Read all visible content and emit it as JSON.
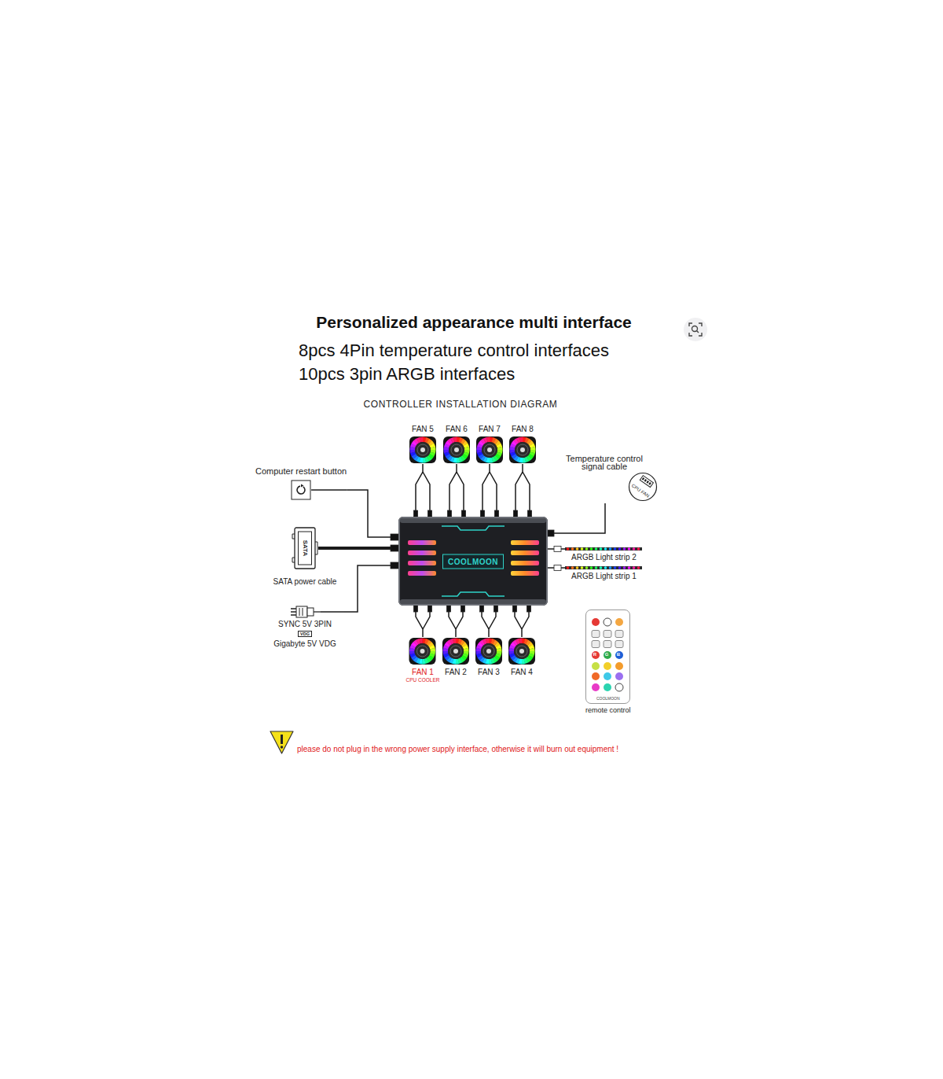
{
  "diagram": {
    "title": "Personalized appearance multi interface",
    "nodes": [
      {
        "text": [
          "FAN 5"
        ]
      },
      {
        "text": [
          "FAN 6"
        ]
      },
      {
        "text": [
          "FAN 7"
        ]
      },
      {
        "text": [
          "FAN 8"
        ]
      },
      {
        "text": [
          "Computer restart button"
        ]
      },
      {
        "text": [
          "Temperature control signal cable",
          "CPU FAN"
        ]
      },
      {
        "text": [
          "COOLMOON"
        ]
      },
      {
        "text": [
          "SATA",
          "SATA power cable"
        ]
      },
      {
        "text": [
          "ARGB Light strip 2"
        ]
      },
      {
        "text": [
          "ARGB Light strip 1"
        ]
      },
      {
        "text": [
          "SYNC 5V 3PIN",
          "VDG",
          "Gigabyte 5V VDG"
        ]
      },
      {
        "text": [
          "FAN 1",
          "CPU COOLER"
        ]
      },
      {
        "text": [
          "FAN 2"
        ]
      },
      {
        "text": [
          "FAN 3"
        ]
      },
      {
        "text": [
          "FAN 4"
        ]
      },
      {
        "text": [
          "COOLMOON",
          "remote control"
        ]
      }
    ],
    "edges": [
      {
        "from": 0,
        "to": 6,
        "arrow": "none"
      },
      {
        "from": 1,
        "to": 6,
        "arrow": "none"
      },
      {
        "from": 2,
        "to": 6,
        "arrow": "none"
      },
      {
        "from": 3,
        "to": 6,
        "arrow": "none"
      },
      {
        "from": 11,
        "to": 6,
        "arrow": "none"
      },
      {
        "from": 12,
        "to": 6,
        "arrow": "none"
      },
      {
        "from": 13,
        "to": 6,
        "arrow": "none"
      },
      {
        "from": 14,
        "to": 6,
        "arrow": "none"
      },
      {
        "from": 4,
        "to": 6,
        "arrow": "none"
      },
      {
        "from": 5,
        "to": 6,
        "arrow": "none"
      },
      {
        "from": 7,
        "to": 6,
        "arrow": "none"
      },
      {
        "from": 10,
        "to": 6,
        "arrow": "none"
      },
      {
        "from": 6,
        "to": 8,
        "arrow": "none"
      },
      {
        "from": 6,
        "to": 9,
        "arrow": "none"
      }
    ],
    "labels": [
      "8pcs 4Pin temperature control interfaces",
      "10pcs 3pin ARGB interfaces",
      "CONTROLLER INSTALLATION DIAGRAM",
      "R",
      "G",
      "B",
      "please do not plug in the wrong power supply interface, otherwise it will burn out equipment !"
    ]
  }
}
